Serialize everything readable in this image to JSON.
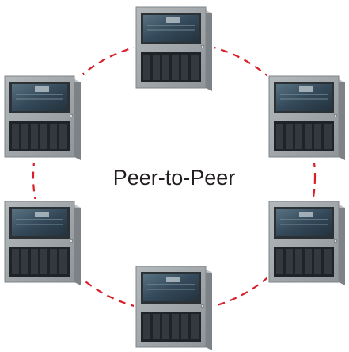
{
  "diagram": {
    "center_label": "Peer-to-Peer",
    "topology": "ring",
    "link_style": "dashed",
    "link_color": "#d91f2a",
    "node_icon": "fire-alarm-control-panel-icon",
    "node_count": 6,
    "panel_colors": {
      "enclosure": "#9ea4a8",
      "enclosure_edge": "#7e8488",
      "side": "#84898d",
      "window_frame": "#2c3136",
      "window": "#3c5563",
      "vents": "#1f2327",
      "lock": "#d8dadb"
    }
  }
}
